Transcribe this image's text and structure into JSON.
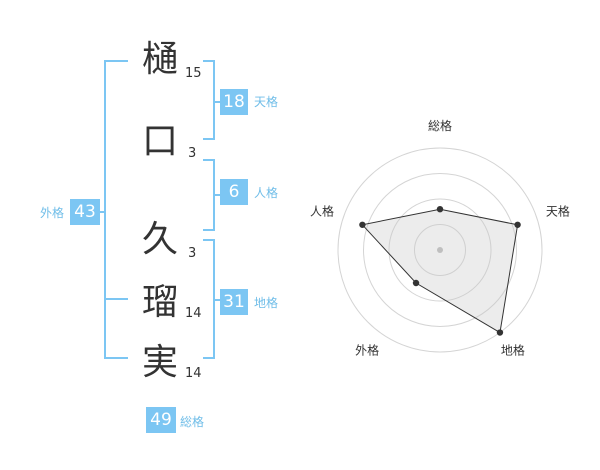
{
  "name": {
    "chars": [
      {
        "char": "樋",
        "strokes": "15"
      },
      {
        "char": "口",
        "strokes": "3"
      },
      {
        "char": "久",
        "strokes": "3"
      },
      {
        "char": "瑠",
        "strokes": "14"
      },
      {
        "char": "実",
        "strokes": "14"
      }
    ]
  },
  "fortune": {
    "tenkaku": {
      "value": "18",
      "label": "天格"
    },
    "jinkaku": {
      "value": "6",
      "label": "人格"
    },
    "chikaku": {
      "value": "31",
      "label": "地格"
    },
    "gaikaku": {
      "value": "43",
      "label": "外格"
    },
    "soukaku": {
      "value": "49",
      "label": "総格"
    }
  },
  "colors": {
    "accent": "#7cc6f3",
    "label": "#6fbde8",
    "text": "#333333"
  },
  "chart_data": {
    "type": "radar",
    "axes": [
      "総格",
      "天格",
      "地格",
      "外格",
      "人格"
    ],
    "values": [
      2,
      4,
      5,
      2,
      4
    ],
    "max": 5,
    "rings": 4
  }
}
